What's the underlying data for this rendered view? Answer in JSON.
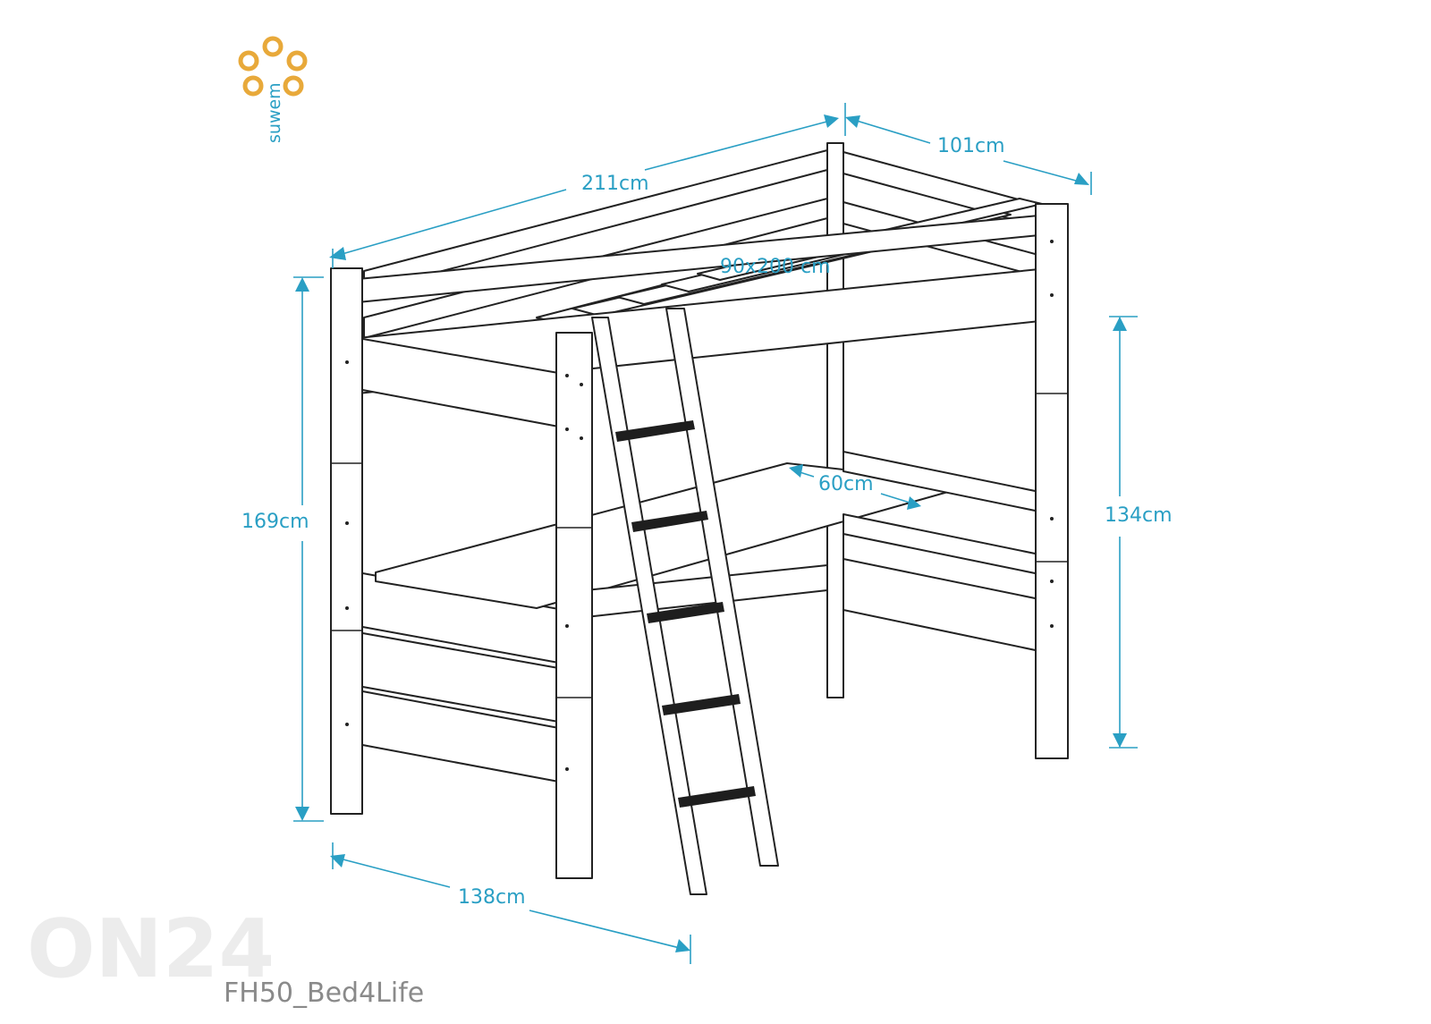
{
  "logo": {
    "text": "suwem"
  },
  "dimensions": {
    "length": "211cm",
    "width": "101cm",
    "mattress": "90x200 cm",
    "height_total": "169cm",
    "height_under": "134cm",
    "desk_depth": "60cm",
    "ladder_footprint": "138cm"
  },
  "watermark": {
    "brand": "ON24",
    "caption": "FH50_Bed4Life"
  },
  "colors": {
    "dimension": "#2a9fc4",
    "logo": "#e8a93a",
    "outline": "#222222"
  }
}
